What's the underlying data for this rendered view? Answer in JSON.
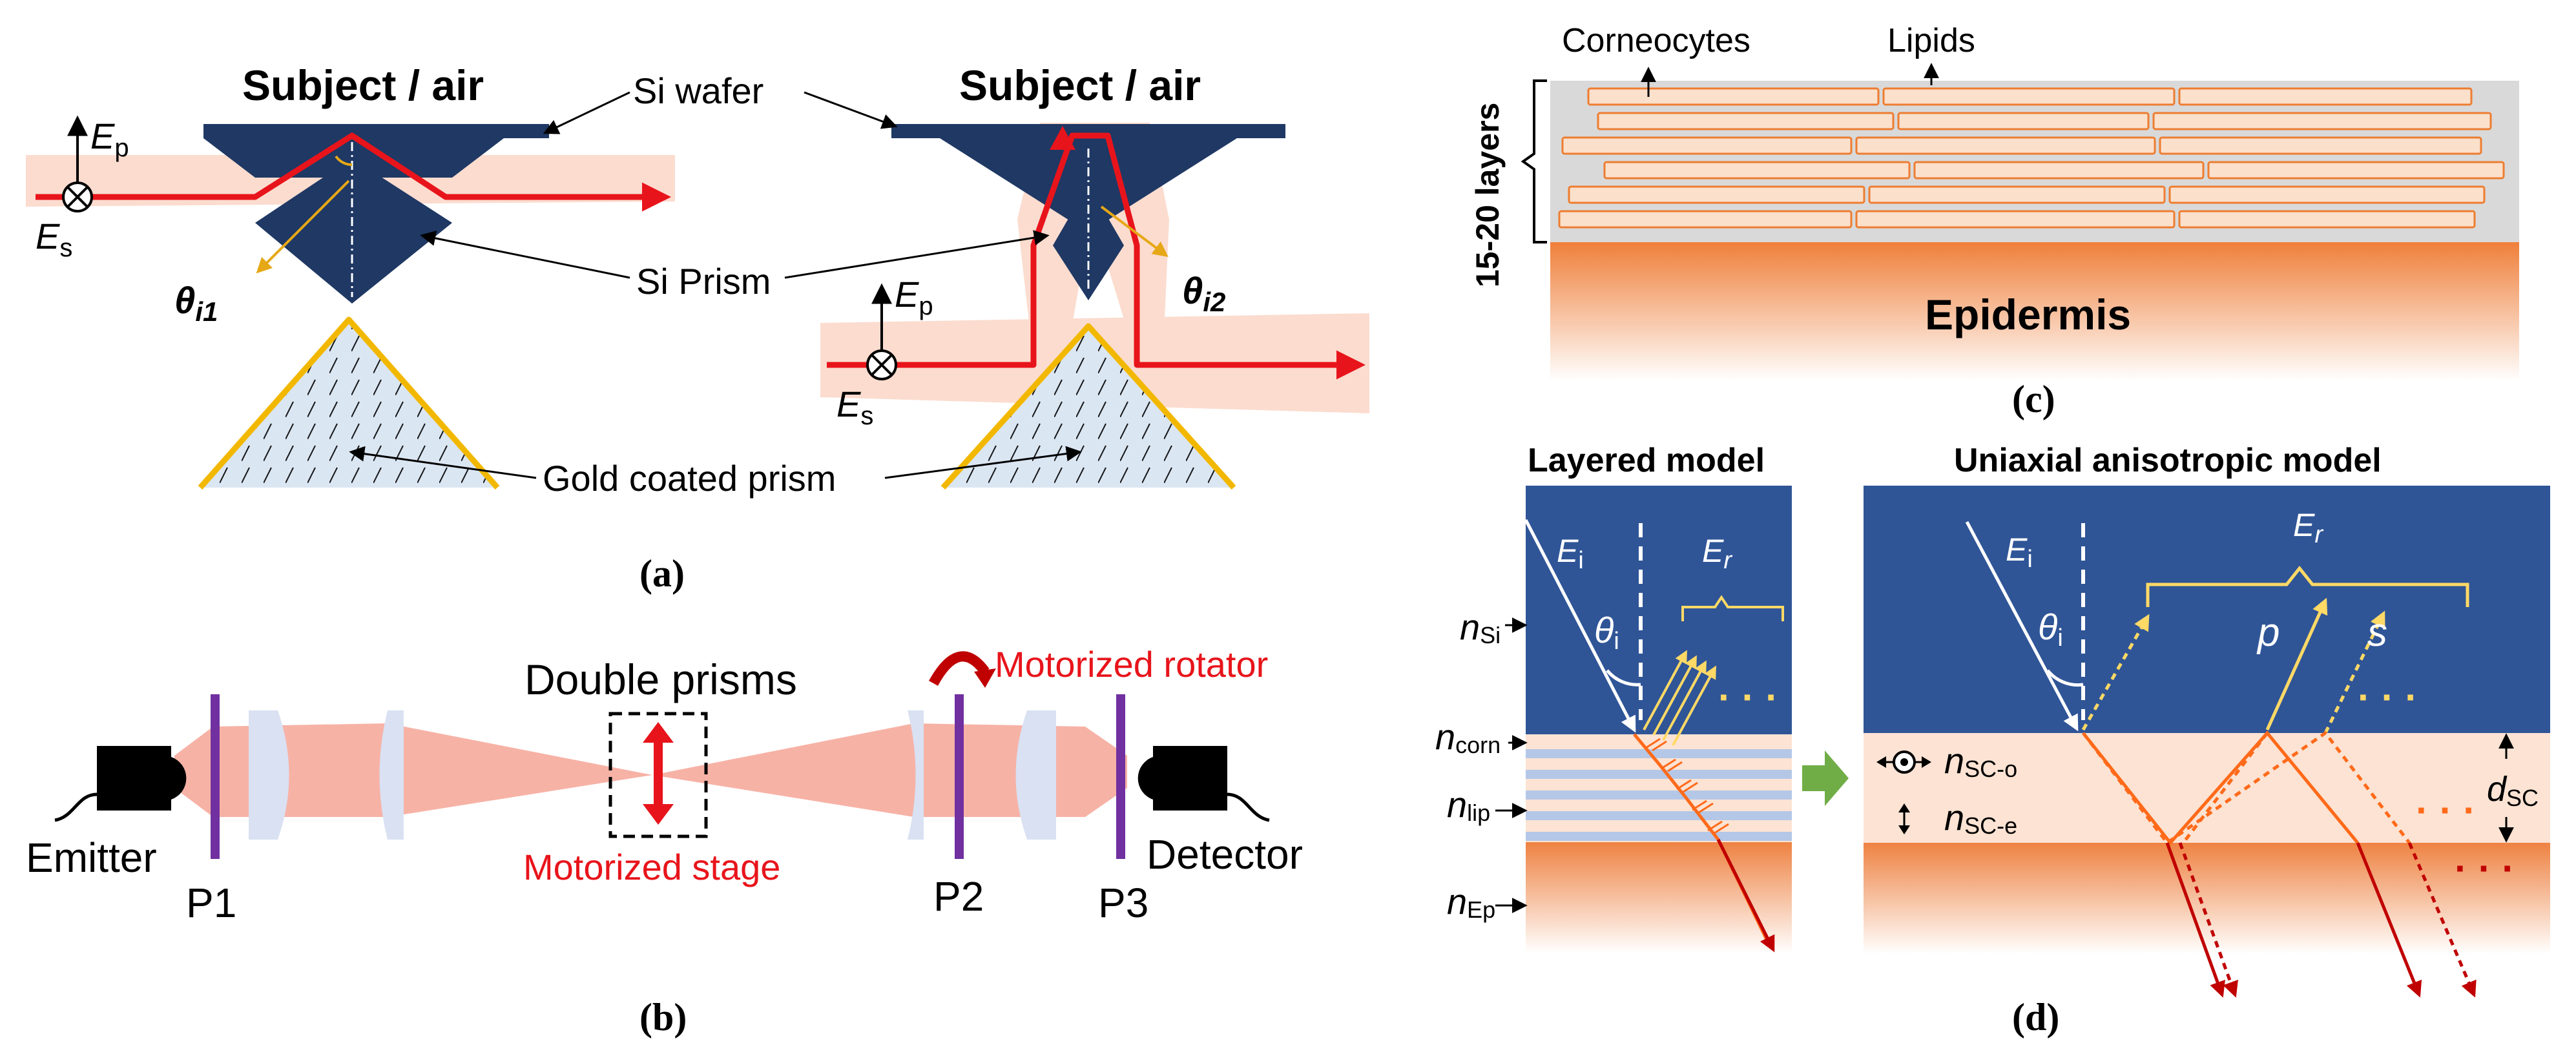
{
  "panel_a": {
    "subject_left": "Subject / air",
    "subject_right": "Subject / air",
    "si_wafer": "Si wafer",
    "si_prism": "Si Prism",
    "gold_prism": "Gold coated prism",
    "Ep": "E",
    "Ep_sub": "p",
    "Es": "E",
    "Es_sub": "s",
    "theta1": "θ",
    "theta1_sub": "i1",
    "theta2": "θ",
    "theta2_sub": "i2",
    "caption": "(a)"
  },
  "panel_b": {
    "double_prisms": "Double prisms",
    "motorized_rotator": "Motorized rotator",
    "motorized_stage": "Motorized stage",
    "emitter": "Emitter",
    "detector": "Detector",
    "p1": "P1",
    "p2": "P2",
    "p3": "P3",
    "caption": "(b)"
  },
  "panel_c": {
    "corneocytes": "Corneocytes",
    "lipids": "Lipids",
    "layers": "15-20 layers",
    "epidermis": "Epidermis",
    "caption": "(c)"
  },
  "panel_d": {
    "layered_title": "Layered model",
    "uniaxial_title": "Uniaxial anisotropic model",
    "Ei": "E",
    "Ei_sub": "i",
    "Er": "E",
    "Er_sub": "r",
    "theta_i": "θ",
    "theta_i_sub": "i",
    "n": "n",
    "n_si_sub": "Si",
    "n_corn_sub": "corn",
    "n_lip_sub": "lip",
    "n_ep_sub": "Ep",
    "n_sco_sub": "SC-o",
    "n_sce_sub": "SC-e",
    "p": "p",
    "s": "s",
    "d": "d",
    "d_sub": "SC",
    "dots": "· · ·",
    "caption": "(d)"
  },
  "colors": {
    "navy": "#1f3864",
    "beam": "#e8141b",
    "beam_glow": "#fbdccf",
    "gold": "#f2b800",
    "prism_light": "#dbe6f3",
    "lens": "#d9e1f2",
    "polarizer": "#7030a0",
    "cell_fill": "#fbe0cc",
    "cell_edge": "#ed7d31",
    "model_blue": "#2f5597",
    "sc_layer": "#fce3d3",
    "epidermis": "#f08a4b",
    "yellow": "#ffd966",
    "dark_red": "#c00000",
    "arrow_green": "#70ad47"
  }
}
